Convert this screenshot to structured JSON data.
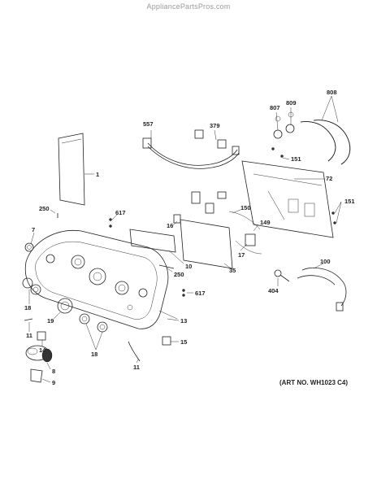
{
  "header": {
    "site": "AppliancePartsPros.com"
  },
  "footer": {
    "art_number": "(ART NO. WH1023 C4)"
  },
  "callouts": {
    "c557": "557",
    "c379": "379",
    "c807": "807",
    "c809": "809",
    "c808": "808",
    "c151a": "151",
    "c151b": "151",
    "c72": "72",
    "c1": "1",
    "c250a": "250",
    "c617a": "617",
    "c7": "7",
    "c16": "16",
    "c150": "150",
    "c149": "149",
    "c17": "17",
    "c35": "35",
    "c10": "10",
    "c250b": "250",
    "c617b": "617",
    "c100": "100",
    "c404": "404",
    "c18a": "18",
    "c19": "19",
    "c13": "13",
    "c11a": "11",
    "c14": "14",
    "c18b": "18",
    "c15": "15",
    "c11b": "11",
    "c8": "8",
    "c9": "9"
  }
}
